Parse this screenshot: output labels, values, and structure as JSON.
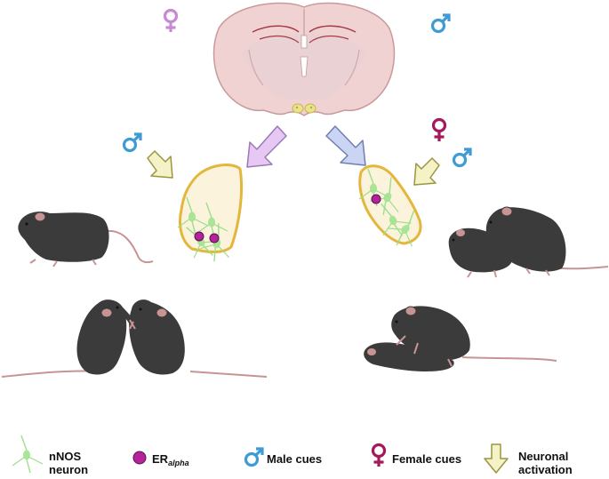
{
  "legend": {
    "nnos_line1": "nNOS",
    "nnos_line2": "neuron",
    "er_main": "ER",
    "er_sub": "alpha",
    "male": "Male cues",
    "female": "Female cues",
    "activation_line1": "Neuronal",
    "activation_line2": "activation"
  },
  "colors": {
    "female_symbol": "#c889d6",
    "female_cue": "#a3195b",
    "male_cue": "#3f9bd4",
    "er_alpha": "#b5239a",
    "nnos": "#9be08a",
    "nucleus_outline": "#e3b63c",
    "nucleus_fill": "#fbf3dc",
    "brain_fill": "#f0d2d2",
    "arrow_purple": "#e7c8f5",
    "arrow_blue": "#c9d5f3",
    "arrow_yellow": "#f4f2c6",
    "mouse": "#3c3b3b",
    "mouse_tail": "#c79494"
  }
}
